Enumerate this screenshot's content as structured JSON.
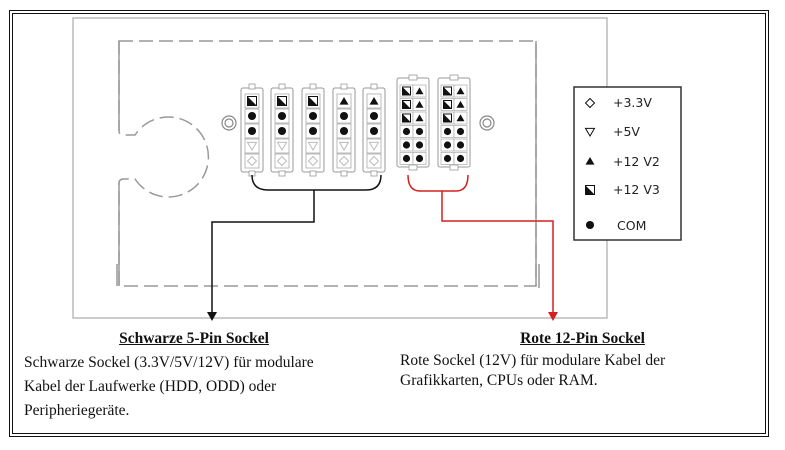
{
  "legend": {
    "items": [
      {
        "symbol": "diamond-outline",
        "label": "+3.3V"
      },
      {
        "symbol": "triangle-down-outline",
        "label": "+5V"
      },
      {
        "symbol": "triangle-up-filled",
        "label": "+12 V2"
      },
      {
        "symbol": "half-square-filled",
        "label": "+12 V3"
      },
      {
        "symbol": "circle-filled",
        "label": "COM"
      }
    ]
  },
  "connectors": {
    "five_pin": [
      [
        "half-square-filled",
        "circle-filled",
        "circle-filled",
        "triangle-down-outline",
        "diamond-outline"
      ],
      [
        "half-square-filled",
        "circle-filled",
        "circle-filled",
        "triangle-down-outline",
        "diamond-outline"
      ],
      [
        "half-square-filled",
        "circle-filled",
        "circle-filled",
        "triangle-down-outline",
        "diamond-outline"
      ],
      [
        "triangle-up-filled",
        "circle-filled",
        "circle-filled",
        "triangle-down-outline",
        "diamond-outline"
      ],
      [
        "triangle-up-filled",
        "circle-filled",
        "circle-filled",
        "triangle-down-outline",
        "diamond-outline"
      ]
    ],
    "twelve_pin": [
      {
        "left": [
          "half-square-filled",
          "half-square-filled",
          "half-square-filled",
          "circle-filled",
          "circle-filled",
          "circle-filled"
        ],
        "right": [
          "triangle-up-filled",
          "triangle-up-filled",
          "triangle-up-filled",
          "circle-filled",
          "circle-filled",
          "circle-filled"
        ]
      },
      {
        "left": [
          "half-square-filled",
          "half-square-filled",
          "half-square-filled",
          "circle-filled",
          "circle-filled",
          "circle-filled"
        ],
        "right": [
          "triangle-up-filled",
          "triangle-up-filled",
          "triangle-up-filled",
          "circle-filled",
          "circle-filled",
          "circle-filled"
        ]
      }
    ]
  },
  "colors": {
    "black_bracket": "#111111",
    "red_bracket": "#d42020",
    "panel_outline": "#999999"
  },
  "captions": {
    "left": {
      "title": "Schwarze 5-Pin Sockel",
      "line1": "Schwarze Sockel (3.3V/5V/12V) für modulare",
      "line2": "Kabel der Laufwerke (HDD, ODD) oder",
      "line3": "Peripheriegeräte."
    },
    "right": {
      "title": "Rote 12-Pin Sockel",
      "line1": "Rote Sockel (12V) für modulare Kabel der",
      "line2": "Grafikkarten, CPUs oder RAM."
    }
  }
}
